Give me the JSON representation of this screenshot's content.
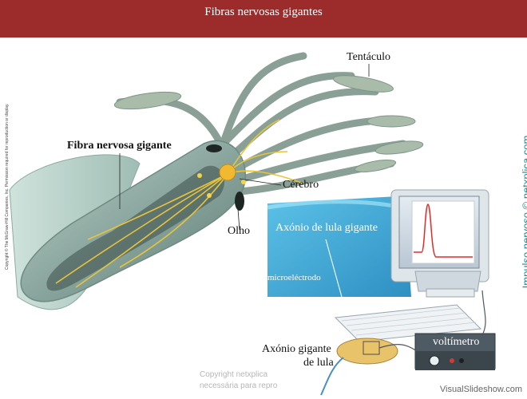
{
  "header": {
    "title": "Fibras nervosas gigantes"
  },
  "labels": {
    "tentaculo": "Tentáculo",
    "fibra": "Fibra nervosa gigante",
    "cerebro": "Cérebro",
    "olho": "Olho",
    "axonio_micro": "Axónio de lula gigante",
    "microelectrodo": "microeléctrodo",
    "voltimetro": "voltímetro",
    "axonio_gigante_line1": "Axónio gigante",
    "axonio_gigante_line2": "de lula"
  },
  "side_copyright": "Copyright © The McGraw-Hill Companies, Inc. Permission required for reproduction or display.",
  "side_brand": "Impulso nervoso © netxplica.com",
  "watermark": {
    "line1": "Copyright netxplica",
    "line2": "necessária para repro"
  },
  "footer": {
    "brand": "VisualSlideshow.com"
  },
  "colors": {
    "header": "#9b2c2b",
    "brand": "#1d8a8c",
    "nerve": "#e8c43a"
  }
}
